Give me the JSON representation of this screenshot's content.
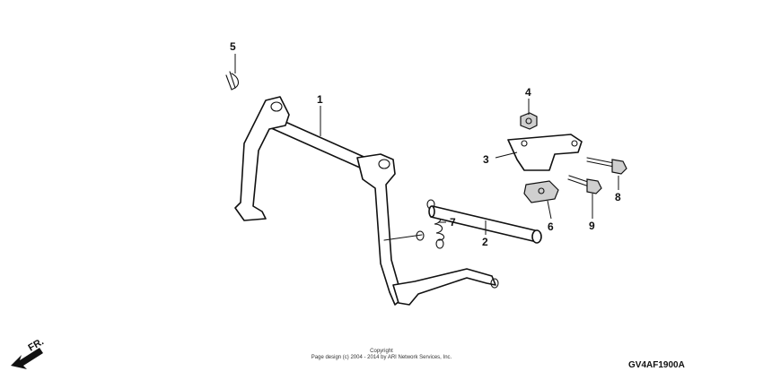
{
  "callouts": {
    "c1": "1",
    "c2": "2",
    "c3": "3",
    "c4": "4",
    "c5": "5",
    "c6": "6",
    "c7": "7",
    "c8": "8",
    "c9": "9"
  },
  "orientation_label": "FR.",
  "copyright": {
    "heading": "Copyright",
    "line": "Page design (c) 2004 - 2014 by ARI Network Services, Inc."
  },
  "diagram_code": "GV4AF1900A"
}
